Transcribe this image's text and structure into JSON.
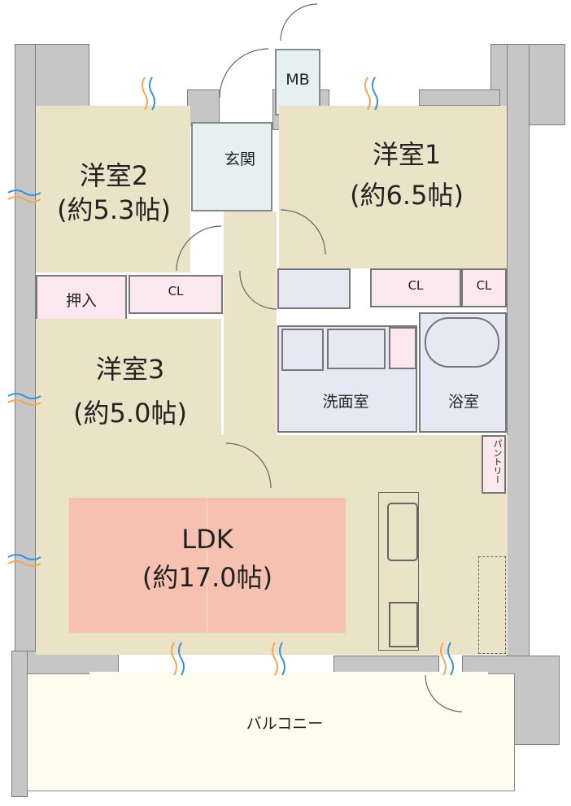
{
  "plan": {
    "rooms": {
      "western1": {
        "name": "洋室1",
        "size": "(約6.5帖)"
      },
      "western2": {
        "name": "洋室2",
        "size": "(約5.3帖)"
      },
      "western3": {
        "name": "洋室3",
        "size": "(約5.0帖)"
      },
      "ldk": {
        "name": "LDK",
        "size": "(約17.0帖)"
      },
      "entrance": {
        "name": "玄関"
      },
      "meter_box": {
        "name": "MB"
      },
      "washroom": {
        "name": "洗面室"
      },
      "bathroom": {
        "name": "浴室"
      },
      "pantry": {
        "name": "パントリー"
      },
      "oshiire": {
        "name": "押入"
      },
      "closet_w2": {
        "name": "CL"
      },
      "closet_w1a": {
        "name": "CL"
      },
      "closet_w1b": {
        "name": "CL"
      },
      "balcony": {
        "name": "バルコニー"
      }
    },
    "colors": {
      "floor": "#ebe3c8",
      "wall": "#c6c6c7",
      "closet": "#fbe8ef",
      "wet_area": "#e6e9f3",
      "entrance": "#e5f1f1",
      "balcony": "#fefcee",
      "ldk_highlight": "#f6c1b0",
      "airflow_warm": "#f2a65a",
      "airflow_cool": "#3a93d4"
    }
  }
}
